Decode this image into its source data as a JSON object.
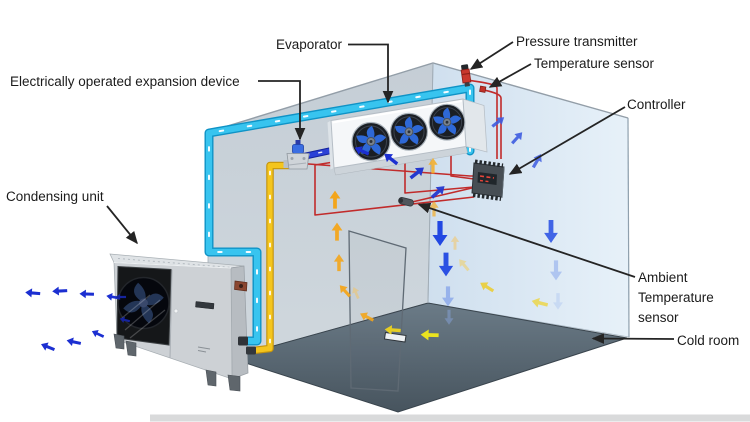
{
  "title": "Cold room refrigeration system diagram",
  "labels": {
    "evaporator": {
      "text": "Evaporator"
    },
    "pressure_transmitter": {
      "text": "Pressure transmitter"
    },
    "temperature_sensor": {
      "text": "Temperature sensor"
    },
    "controller": {
      "text": "Controller"
    },
    "expansion_device": {
      "text": "Electrically operated expansion device"
    },
    "condensing_unit": {
      "text": "Condensing unit"
    },
    "ambient_sensor": {
      "lines": [
        "Ambient",
        "Temperature",
        "sensor"
      ]
    },
    "cold_room": {
      "text": "Cold room"
    }
  },
  "colors": {
    "background": "#ffffff",
    "label_text": "#1b1b1b",
    "leader_line": "#242424",
    "pipe_suction": "#38c4ef",
    "pipe_liquid": "#f4c51d",
    "pipe_feed": "#2b41d6",
    "sensor_wire": "#c12b2b",
    "cold_air": "#2248e2",
    "warm_air": "#f3a51b",
    "warm_air_bright": "#ece41f",
    "wall_left": "#c9d2d9",
    "wall_right": "#dbe9f5",
    "floor": "#5c6b77"
  },
  "airflow": {
    "cold_air_arrows": [
      [
        33,
        293,
        185,
        0.6,
        1,
        "#1c2fd1"
      ],
      [
        60,
        291,
        177,
        0.6,
        1,
        "#1c2fd1"
      ],
      [
        87,
        294,
        182,
        0.58,
        1,
        "#1c2fd1"
      ],
      [
        113,
        297,
        190,
        0.52,
        1,
        "#1c2fd1"
      ],
      [
        48,
        347,
        202,
        0.58,
        1,
        "#1c2fd1"
      ],
      [
        74,
        342,
        192,
        0.58,
        1,
        "#1c2fd1"
      ],
      [
        98,
        334,
        205,
        0.52,
        1,
        "#1c2fd1"
      ],
      [
        121,
        297,
        180,
        0.42,
        1,
        "#16249d"
      ],
      [
        125,
        320,
        195,
        0.42,
        1,
        "#16249d"
      ],
      [
        362,
        151,
        205,
        0.62,
        1,
        "#1c2fd1"
      ],
      [
        391,
        159,
        218,
        0.66,
        1,
        "#1c2fd1"
      ],
      [
        417,
        173,
        322,
        0.68,
        1,
        "#2438cf"
      ],
      [
        438,
        192,
        318,
        0.68,
        0.95,
        "#2438cf"
      ],
      [
        498,
        122,
        322,
        0.6,
        0.9,
        "#3d5ce0"
      ],
      [
        517,
        138,
        312,
        0.6,
        0.9,
        "#3d5ce0"
      ],
      [
        537,
        161,
        300,
        0.62,
        0.85,
        "#3d5ce0"
      ],
      [
        440,
        233,
        90,
        1.0,
        1,
        "#2248e2"
      ],
      [
        446,
        264,
        90,
        0.95,
        0.95,
        "#2248e2"
      ],
      [
        448,
        296,
        90,
        0.8,
        0.6,
        "#6f93e8"
      ],
      [
        449,
        317,
        90,
        0.6,
        0.4,
        "#8fb0ef"
      ],
      [
        551,
        231,
        90,
        0.92,
        0.9,
        "#2f55e4"
      ],
      [
        556,
        270,
        90,
        0.8,
        0.5,
        "#7f9fec"
      ],
      [
        558,
        301,
        90,
        0.66,
        0.32,
        "#9cb9f1"
      ]
    ],
    "warm_air_arrows": [
      [
        335,
        200,
        270,
        0.72,
        1,
        "#f3a51b"
      ],
      [
        337,
        232,
        270,
        0.72,
        0.95,
        "#f3a51b"
      ],
      [
        339,
        263,
        270,
        0.68,
        0.9,
        "#f3a51b"
      ],
      [
        433,
        166,
        270,
        0.62,
        0.85,
        "#f5ad25"
      ],
      [
        434,
        209,
        270,
        0.62,
        0.7,
        "#f5ad25"
      ],
      [
        455,
        243,
        270,
        0.56,
        0.5,
        "#f7c35a"
      ],
      [
        345,
        291,
        228,
        0.6,
        0.95,
        "#f3a51b"
      ],
      [
        367,
        317,
        207,
        0.6,
        0.9,
        "#f3a51b"
      ],
      [
        356,
        293,
        247,
        0.5,
        0.5,
        "#f7c35a"
      ],
      [
        393,
        330,
        184,
        0.64,
        0.95,
        "#edd31f"
      ],
      [
        430,
        335,
        182,
        0.72,
        1,
        "#ece41f"
      ],
      [
        464,
        265,
        230,
        0.58,
        0.55,
        "#f2cd5e"
      ],
      [
        487,
        287,
        212,
        0.62,
        0.85,
        "#eccd2a"
      ],
      [
        540,
        303,
        194,
        0.66,
        0.75,
        "#edd334"
      ]
    ]
  }
}
